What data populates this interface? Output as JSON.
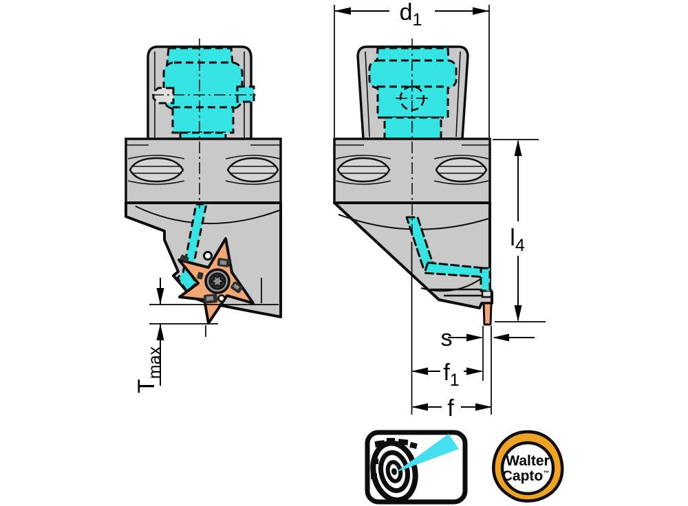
{
  "drawing": {
    "dimension_labels": {
      "d1": {
        "base": "d",
        "sub": "1"
      },
      "l4": {
        "base": "l",
        "sub": "4"
      },
      "s": {
        "base": "s",
        "sub": ""
      },
      "f1": {
        "base": "f",
        "sub": "1"
      },
      "f": {
        "base": "f",
        "sub": ""
      },
      "tmax": {
        "base": "T",
        "sub": "max"
      }
    },
    "colors": {
      "body_gray": "#c9c9c9",
      "body_gray_light": "#dedede",
      "lens_gray": "#d6d6d6",
      "coolant_cyan": "#36e4e4",
      "cone_cyan": "#45dff0",
      "insert_orange": "#f3a873",
      "capto_orange": "#f0a322",
      "screw_gray": "#8f8f8f",
      "screw_dark": "#2f2f2f"
    }
  },
  "logos": {
    "precision_cooling": {
      "icon": "precision-cooling-icon"
    },
    "walter_capto": {
      "icon": "walter-capto-logo",
      "line1": "Walter",
      "line2": "Capto",
      "trademark": "™"
    }
  }
}
